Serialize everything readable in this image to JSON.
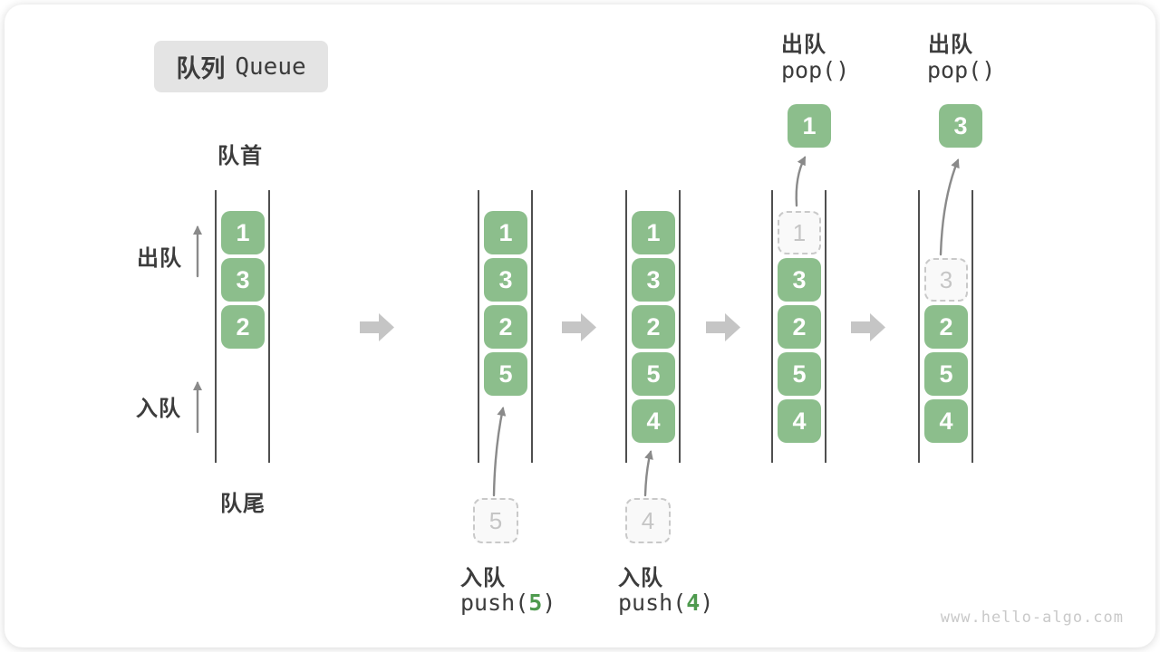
{
  "title": {
    "zh": "队列",
    "en": "Queue"
  },
  "side_labels": {
    "front": "队首",
    "rear": "队尾",
    "dequeue": "出队",
    "enqueue": "入队"
  },
  "colors": {
    "cell_green": "#8CBE8C",
    "accent_green": "#4E9A4E",
    "big_arrow_grey": "#C5C5C5",
    "thin_arrow_grey": "#8A8A8A",
    "rail_grey": "#4F4F4F",
    "dashed_grey": "#C9C9C9",
    "dashed_text": "#C5C5C5",
    "title_bg": "#E4E4E4",
    "text_dark": "#3C3C3C",
    "watermark_grey": "#C9C9C9"
  },
  "states": [
    {
      "name": "initial",
      "cells": [
        {
          "v": "1",
          "style": "solid"
        },
        {
          "v": "3",
          "style": "solid"
        },
        {
          "v": "2",
          "style": "solid"
        }
      ]
    },
    {
      "name": "after-push-5",
      "cells": [
        {
          "v": "1",
          "style": "solid"
        },
        {
          "v": "3",
          "style": "solid"
        },
        {
          "v": "2",
          "style": "solid"
        },
        {
          "v": "5",
          "style": "solid"
        }
      ],
      "incoming": "5",
      "op": {
        "label": "入队",
        "code_pre": "push(",
        "code_arg": "5",
        "code_post": ")"
      }
    },
    {
      "name": "after-push-4",
      "cells": [
        {
          "v": "1",
          "style": "solid"
        },
        {
          "v": "3",
          "style": "solid"
        },
        {
          "v": "2",
          "style": "solid"
        },
        {
          "v": "5",
          "style": "solid"
        },
        {
          "v": "4",
          "style": "solid"
        }
      ],
      "incoming": "4",
      "op": {
        "label": "入队",
        "code_pre": "push(",
        "code_arg": "4",
        "code_post": ")"
      }
    },
    {
      "name": "pop-1",
      "cells": [
        {
          "v": "1",
          "style": "dashed"
        },
        {
          "v": "3",
          "style": "solid"
        },
        {
          "v": "2",
          "style": "solid"
        },
        {
          "v": "5",
          "style": "solid"
        },
        {
          "v": "4",
          "style": "solid"
        }
      ],
      "popped": "1",
      "op": {
        "label": "出队",
        "code": "pop()"
      }
    },
    {
      "name": "pop-3",
      "cells": [
        {
          "v": "3",
          "style": "dashed"
        },
        {
          "v": "2",
          "style": "solid"
        },
        {
          "v": "5",
          "style": "solid"
        },
        {
          "v": "4",
          "style": "solid"
        }
      ],
      "popped": "3",
      "op": {
        "label": "出队",
        "code": "pop()"
      }
    }
  ],
  "watermark": "www.hello-algo.com"
}
